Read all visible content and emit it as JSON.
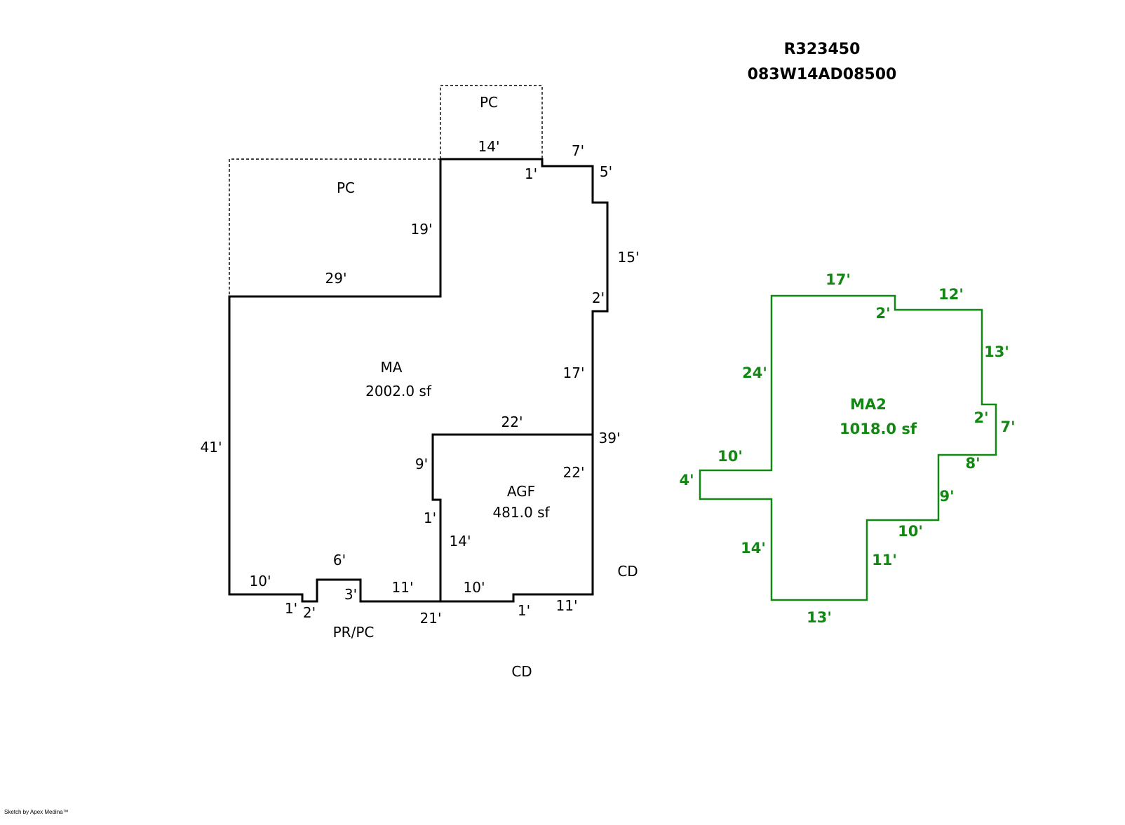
{
  "header": {
    "parcel_id": "R323450",
    "map_tax_lot": "083W14AD08500"
  },
  "sketch_left": {
    "areas": [
      {
        "code": "MA",
        "area": "2002.0 sf",
        "style": "solid"
      },
      {
        "code": "AGF",
        "area": "481.0 sf",
        "style": "solid"
      },
      {
        "code": "PC",
        "style": "dashed"
      },
      {
        "code": "PC",
        "style": "dashed"
      }
    ],
    "labels": {
      "pc_top": "PC",
      "pc_left": "PC",
      "ma_name": "MA",
      "ma_area": "2002.0 sf",
      "agf_name": "AGF",
      "agf_area": "481.0 sf",
      "pr_pc": "PR/PC",
      "cd_right": "CD",
      "cd_bottom": "CD"
    },
    "dims": {
      "d14": "14'",
      "d7": "7'",
      "d1a": "1'",
      "d5": "5'",
      "d19": "19'",
      "d15": "15'",
      "d29": "29'",
      "d2a": "2'",
      "d17": "17'",
      "d22a": "22'",
      "d39": "39'",
      "d41": "41'",
      "d9": "9'",
      "d22b": "22'",
      "d1b": "1'",
      "d14b": "14'",
      "d6": "6'",
      "d10a": "10'",
      "d3": "3'",
      "d11a": "11'",
      "d10b": "10'",
      "d11b": "11'",
      "d1c": "1'",
      "d2b": "2'",
      "d21": "21'",
      "d1d": "1'"
    }
  },
  "sketch_right": {
    "color": "#118811",
    "labels": {
      "name": "MA2",
      "area": "1018.0 sf"
    },
    "dims": {
      "d17": "17'",
      "d12": "12'",
      "d2a": "2'",
      "d24": "24'",
      "d13a": "13'",
      "d2b": "2'",
      "d7": "7'",
      "d10a": "10'",
      "d4": "4'",
      "d8": "8'",
      "d9": "9'",
      "d10b": "10'",
      "d14": "14'",
      "d11": "11'",
      "d13b": "13'"
    }
  },
  "footer": {
    "credit": "Sketch by Apex Medina™"
  }
}
